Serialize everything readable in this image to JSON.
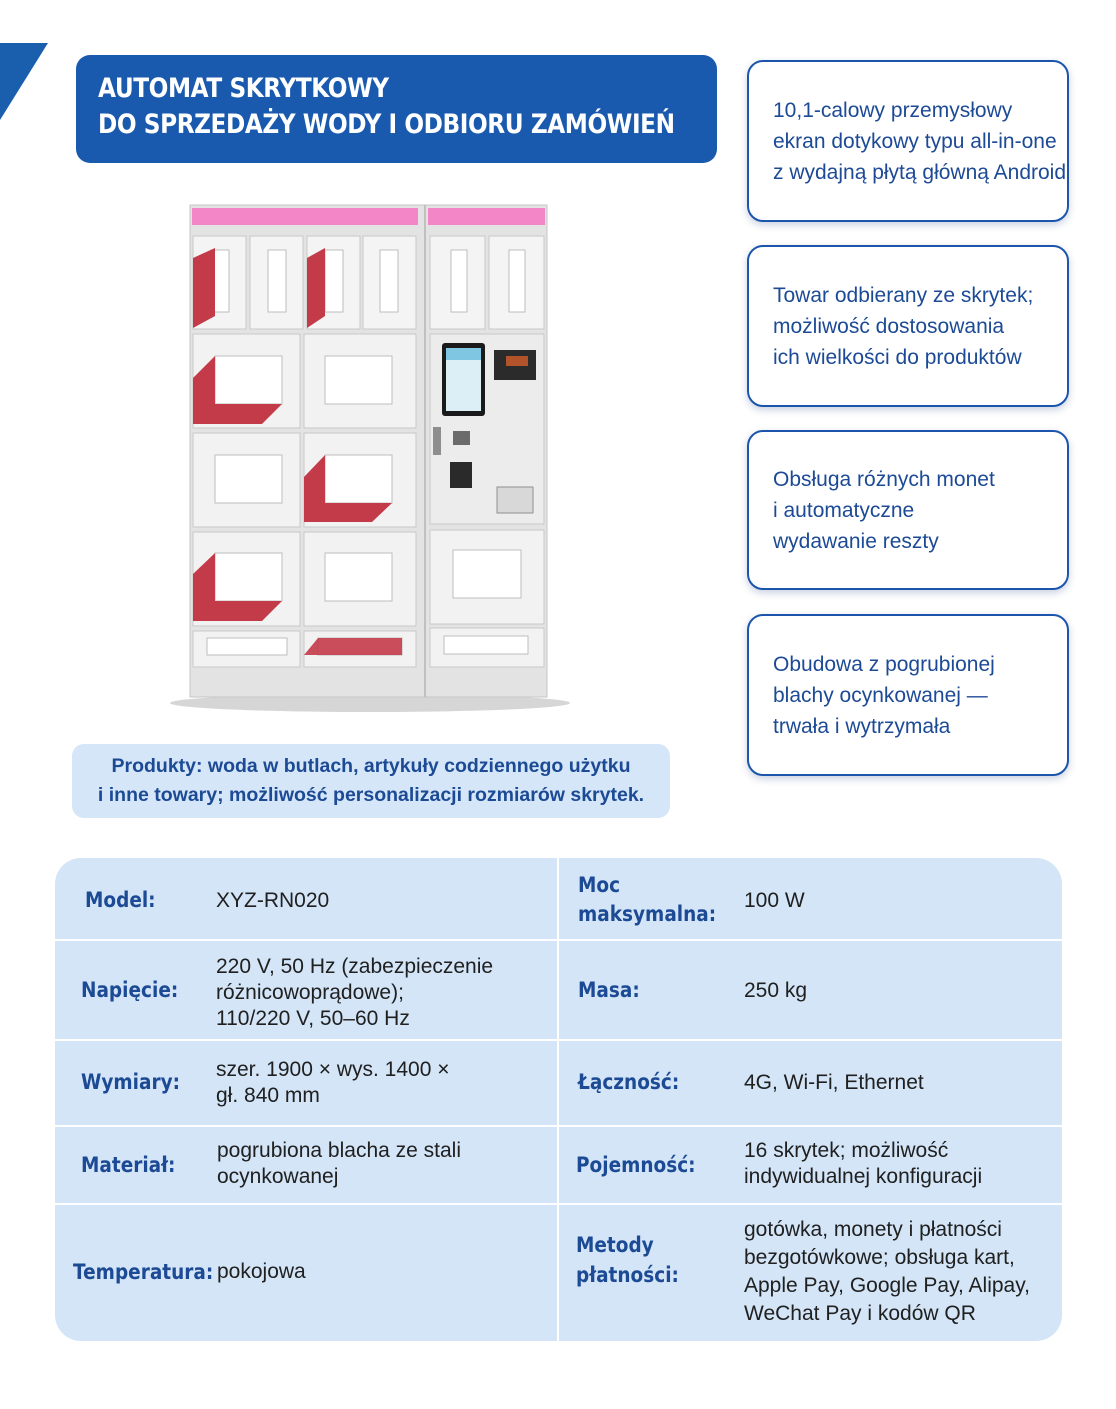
{
  "header": {
    "title_line1": "AUTOMAT SKRYTKOWY",
    "title_line2": "DO SPRZEDAŻY WODY I ODBIORU ZAMÓWIEŃ"
  },
  "features": [
    {
      "lines": [
        "10,1-calowy przemysłowy",
        "ekran dotykowy typu all-in-one",
        "z wydajną płytą główną Android"
      ]
    },
    {
      "lines": [
        "Towar odbierany ze skrytek;",
        "możliwość dostosowania",
        "ich wielkości do produktów"
      ]
    },
    {
      "lines": [
        "Obsługa różnych monet",
        "i automatyczne",
        "wydawanie reszty"
      ]
    },
    {
      "lines": [
        "Obudowa z pogrubionej",
        "blachy ocynkowanej —",
        "trwała i wytrzymała"
      ]
    }
  ],
  "products_note": {
    "line1": "Produkty: woda w butlach, artykuły codziennego użytku",
    "line2": "i inne towary; możliwość personalizacji rozmiarów skrytek."
  },
  "specs": {
    "left": [
      {
        "label": [
          "Model:"
        ],
        "value": [
          "XYZ-RN020"
        ]
      },
      {
        "label": [
          "Napięcie:"
        ],
        "value": [
          "220 V, 50 Hz (zabezpieczenie",
          "różnicowoprądowe);",
          "110/220 V, 50–60 Hz"
        ]
      },
      {
        "label": [
          "Wymiary:"
        ],
        "value": [
          "szer. 1900 × wys. 1400 ×",
          "gł. 840 mm"
        ]
      },
      {
        "label": [
          "Materiał:"
        ],
        "value": [
          "pogrubiona blacha ze stali",
          "ocynkowanej"
        ]
      },
      {
        "label": [
          "Temperatura:"
        ],
        "value": [
          "pokojowa"
        ]
      }
    ],
    "right": [
      {
        "label": [
          "Moc",
          "maksymalna:"
        ],
        "value": [
          "100 W"
        ]
      },
      {
        "label": [
          "Masa:"
        ],
        "value": [
          "250 kg"
        ]
      },
      {
        "label": [
          "Łączność:"
        ],
        "value": [
          "4G, Wi-Fi, Ethernet"
        ]
      },
      {
        "label": [
          "Pojemność:"
        ],
        "value": [
          "16 skrytek; możliwość",
          "indywidualnej konfiguracji"
        ]
      },
      {
        "label": [
          "Metody",
          "płatności:"
        ],
        "value": [
          "gotówka, monety i płatności",
          "bezgotówkowe; obsługa kart,",
          "Apple Pay, Google Pay, Alipay,",
          "WeChat Pay i kodów QR"
        ]
      }
    ]
  },
  "colors": {
    "brand_blue": "#1a5aae",
    "panel_light_blue": "#d3e5f7",
    "locker_pink": "#f086c4",
    "locker_red": "#c23745"
  }
}
